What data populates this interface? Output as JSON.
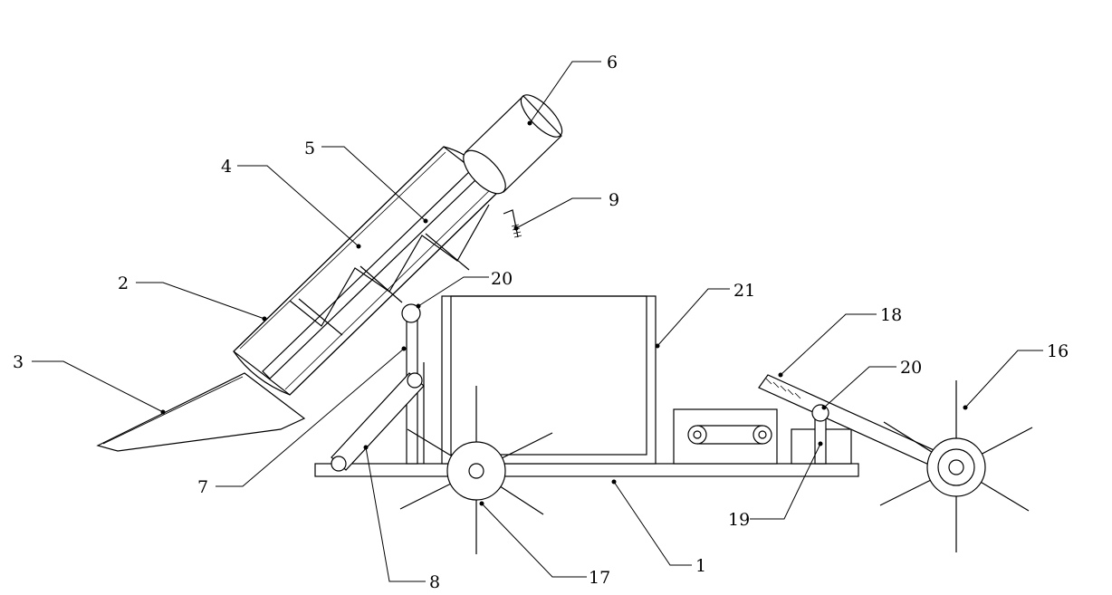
{
  "labels": {
    "l1": "1",
    "l2": "2",
    "l3": "3",
    "l4": "4",
    "l5": "5",
    "l6": "6",
    "l7": "7",
    "l8": "8",
    "l9": "9",
    "l16": "16",
    "l17": "17",
    "l18": "18",
    "l19": "19",
    "l20a": "20",
    "l20b": "20",
    "l21": "21"
  }
}
